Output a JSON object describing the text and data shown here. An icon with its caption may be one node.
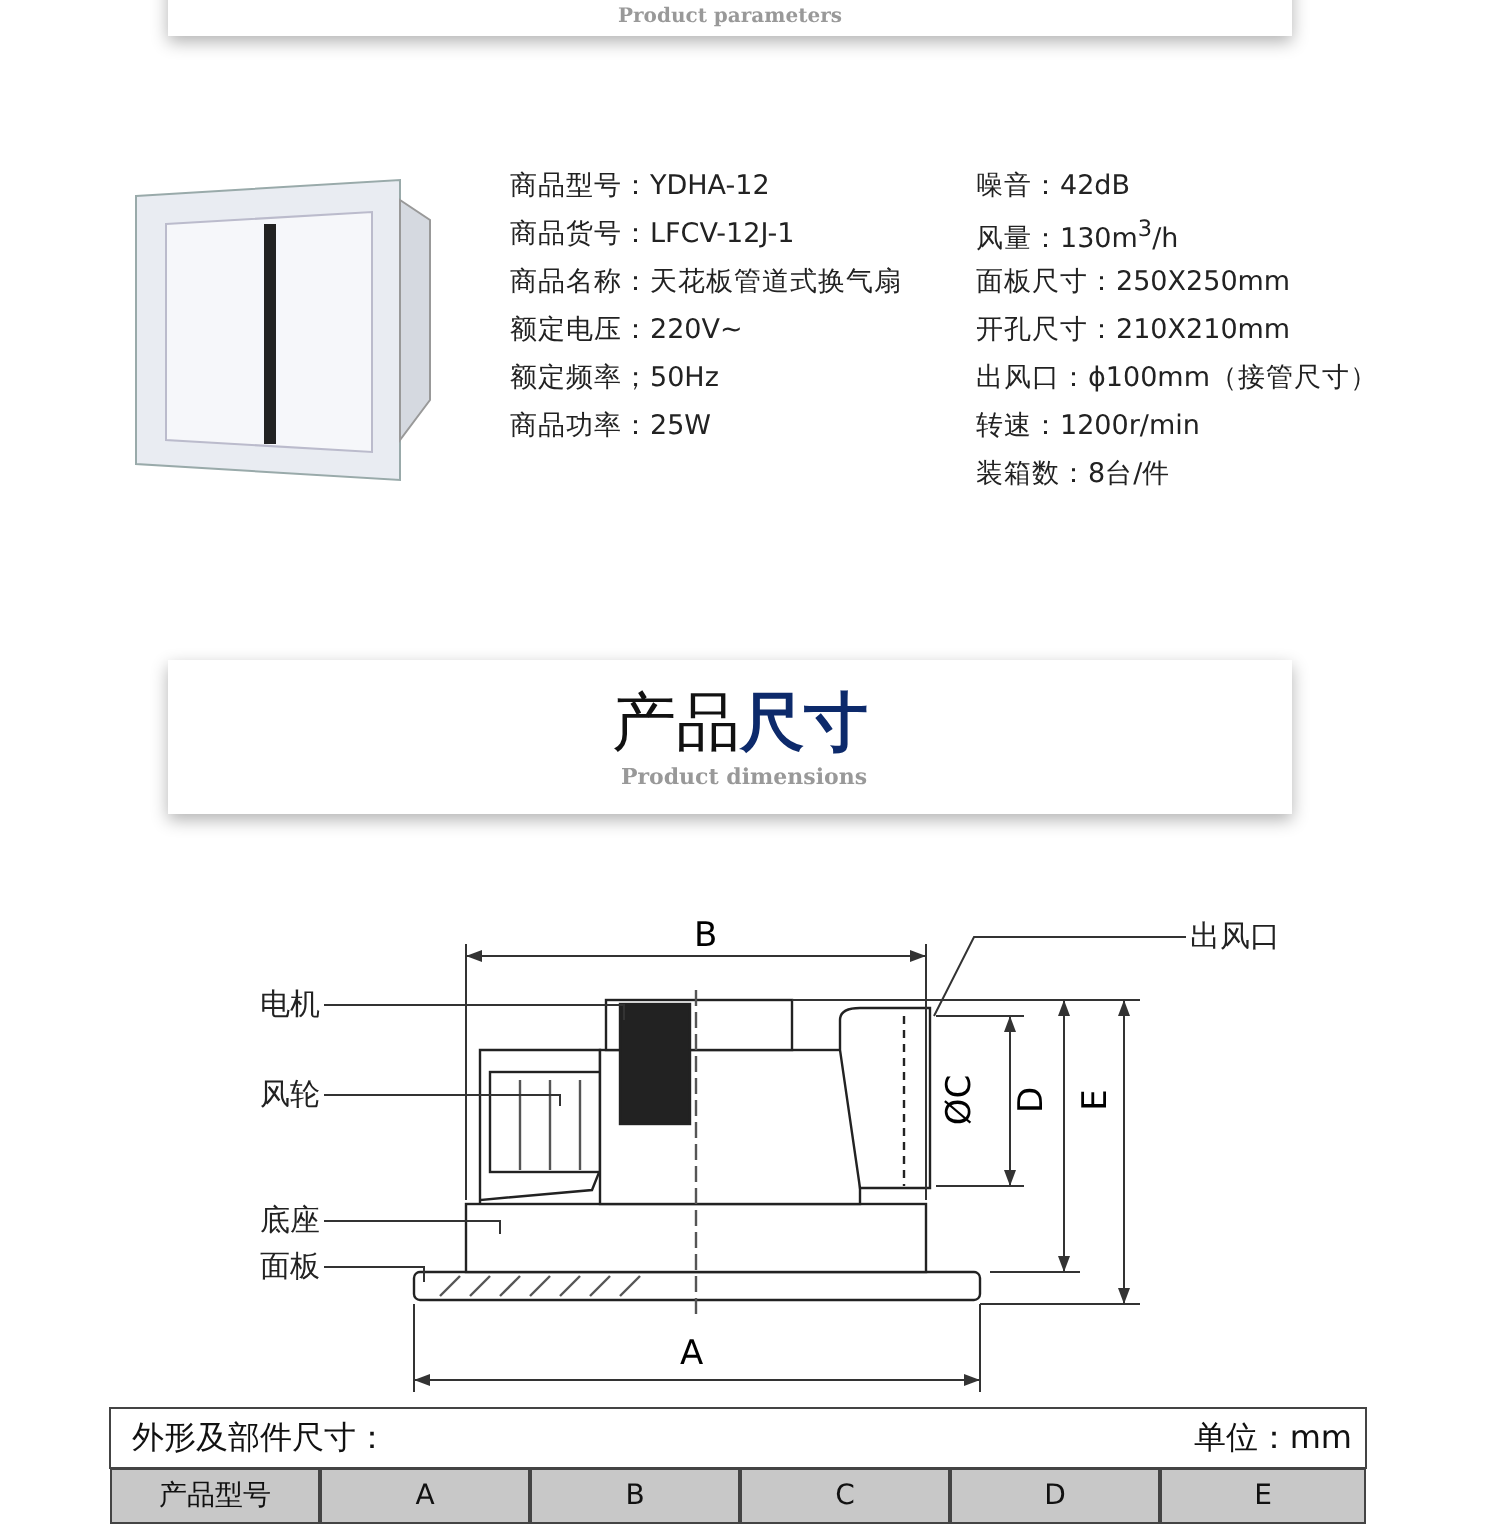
{
  "diagram": {
    "nodes": [
      {
        "text": [
          "出风口"
        ]
      },
      {
        "text": [
          "电机"
        ]
      },
      {
        "text": [
          "风轮"
        ]
      },
      {
        "text": [
          "底座"
        ]
      },
      {
        "text": [
          "面板"
        ]
      }
    ],
    "edges": [
      {
        "from": 0,
        "to": null,
        "arrow": "none"
      },
      {
        "from": 1,
        "to": null,
        "arrow": "none"
      },
      {
        "from": 2,
        "to": null,
        "arrow": "none"
      },
      {
        "from": 3,
        "to": null,
        "arrow": "none"
      },
      {
        "from": 4,
        "to": null,
        "arrow": "none"
      }
    ],
    "labels": [
      "商品型号：YDHA-12",
      "商品货号：LFCV-12J-1",
      "商品名称：天花板管道式换气扇",
      "额定电压：220V~",
      "额定频率；50Hz",
      "商品功率：25W",
      "噪音：42dB",
      "风量：130m$^{3}$/h",
      "面板尺寸：250X250mm",
      "开孔尺寸：210X210mm",
      "出风口：ϕ100mm（接管尺寸）",
      "转速：1200r/min",
      "装箱数：8台/件",
      "产品**尺寸**",
      "Product dimensions",
      "B",
      "ØC",
      "D",
      "E",
      "A",
      "外形及部件尺寸：",
      "单位：mm",
      "Product parameters",
      "产品型号",
      "A",
      "B",
      "C",
      "D",
      "E"
    ]
  }
}
